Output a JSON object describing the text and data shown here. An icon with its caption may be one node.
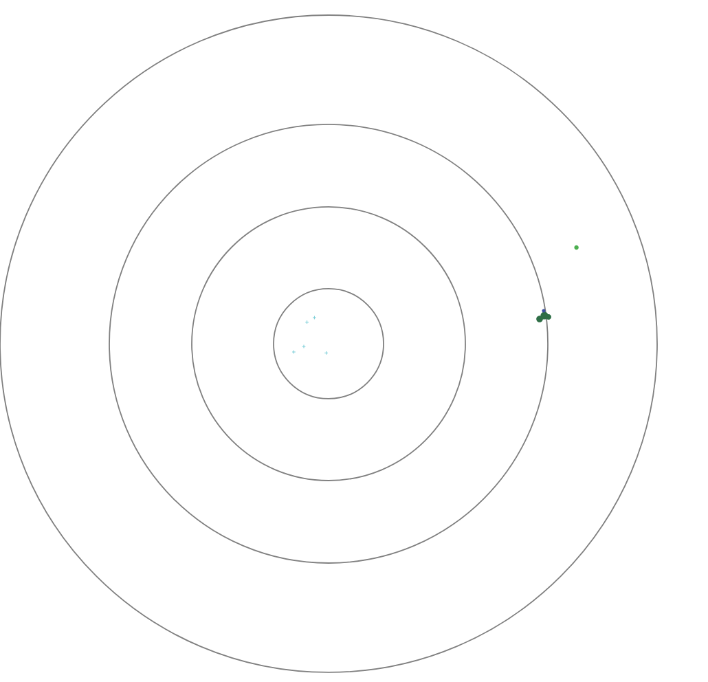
{
  "diagram": {
    "nodes": [
      {
        "text": [],
        "shape": "circle"
      },
      {
        "text": [],
        "shape": "circle",
        "in": 0
      },
      {
        "text": [],
        "shape": "circle",
        "in": 1
      },
      {
        "text": [],
        "shape": "circle",
        "in": 2
      }
    ]
  }
}
